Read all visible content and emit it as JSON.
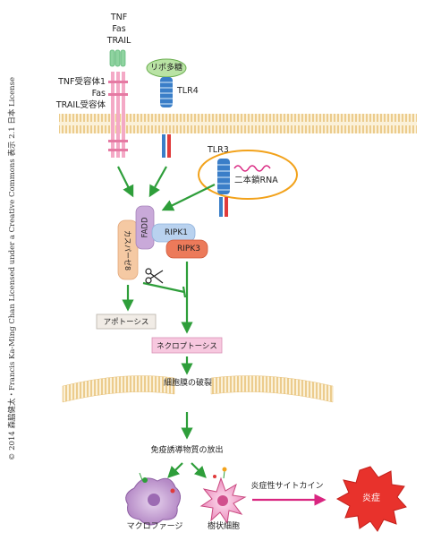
{
  "credit": "© 2014 森脇健太・Francis Ka-Ming Chan Licensed under a Creative Commons 表示 2.1 日本 License",
  "ligands": {
    "line1": "TNF",
    "line2": "Fas",
    "line3": "TRAIL"
  },
  "receptors": {
    "line1": "TNF受容体1",
    "line2": "Fas",
    "line3": "TRAIL受容体"
  },
  "lps_label": "リポ多糖",
  "tlr4_label": "TLR4",
  "tlr3_label": "TLR3",
  "dsrna_label": "二本鎖RNA",
  "fadd_label": "FADD",
  "caspase8_label": "カスパーゼ8",
  "ripk1_label": "RIPK1",
  "ripk3_label": "RIPK3",
  "apoptosis_label": "アポトーシス",
  "necroptosis_label": "ネクロプトーシス",
  "membrane_rupture_label": "細胞膜の破裂",
  "release_label": "免疫誘導物質の放出",
  "macrophage_label": "マクロファージ",
  "dendritic_label": "樹状細胞",
  "cytokine_label": "炎症性サイトカイン",
  "inflammation_label": "炎症",
  "colors": {
    "arrow_green": "#2e9e3a",
    "membrane": "#f2d79a",
    "fadd": "#c9a9d9",
    "caspase8": "#f5c9a3",
    "ripk1": "#b9d2ef",
    "ripk3": "#ec7a5a",
    "necroptosis_box": "#f7c8df",
    "inflammation": "#e8322c",
    "cytokine_arrow": "#d92580"
  }
}
